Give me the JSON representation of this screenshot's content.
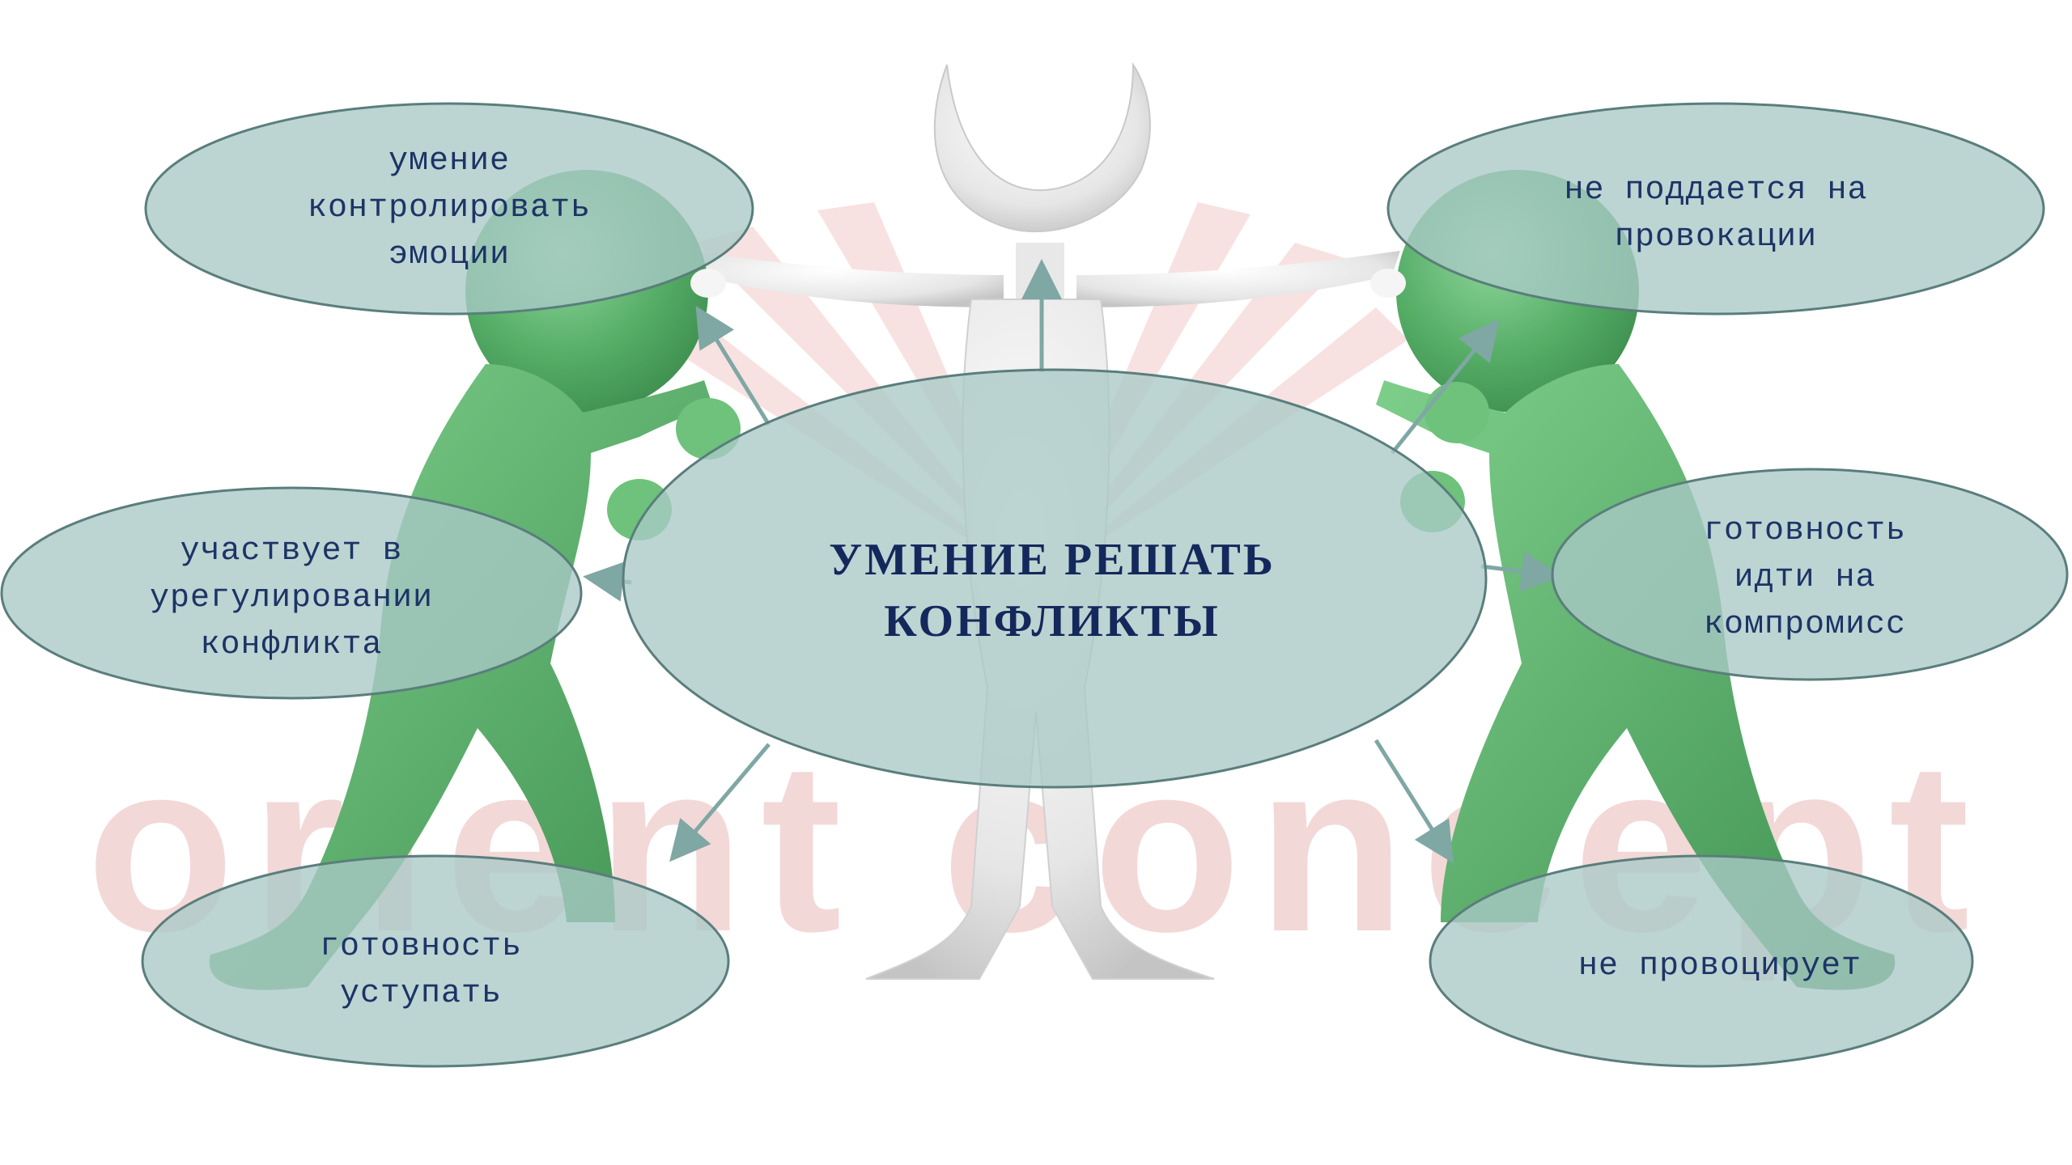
{
  "central": {
    "line1": "УМЕНИЕ РЕШАТЬ",
    "line2": "КОНФЛИКТЫ"
  },
  "bubbles": {
    "emotions": {
      "line1": "умение",
      "line2": "контролировать",
      "line3": "эмоции"
    },
    "provocation": {
      "line1": "не поддается на",
      "line2": "провокации"
    },
    "settlement": {
      "line1": "участвует в",
      "line2": "урегулировании",
      "line3": "конфликта"
    },
    "compromise": {
      "line1": "готовность",
      "line2": "идти на",
      "line3": "компромисс"
    },
    "yield": {
      "line1": "готовность",
      "line2": "уступать"
    },
    "noprovoke": {
      "line1": "не провоцирует"
    }
  },
  "watermark": {
    "text": "orient concept"
  },
  "colors": {
    "bubble_fill": "#a9c9c6",
    "bubble_stroke": "#5a7e7c",
    "figure_green": "#5db56e",
    "figure_white": "#eeeeee",
    "text_dark_blue": "#1d3466",
    "arrow": "#7fa7a4",
    "watermark": "#f1d2d2"
  }
}
